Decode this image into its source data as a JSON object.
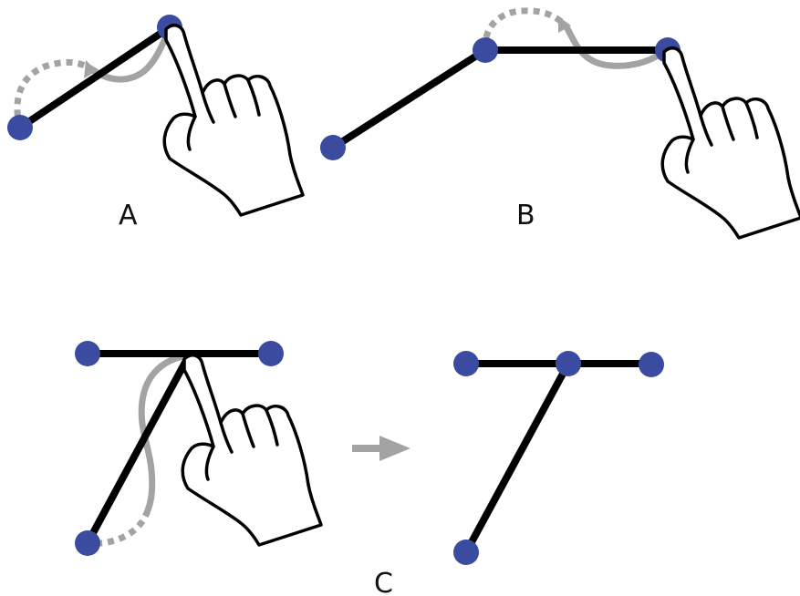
{
  "panels": {
    "a": {
      "label": "A"
    },
    "b": {
      "label": "B"
    },
    "c": {
      "label": "C"
    }
  },
  "colors": {
    "node": "#3a4ba0",
    "edge": "#000000",
    "gesture": "#a3a3a3",
    "background": "#ffffff"
  },
  "icons": {
    "hand": "pointing-hand-icon",
    "arrow": "right-arrow-icon"
  }
}
